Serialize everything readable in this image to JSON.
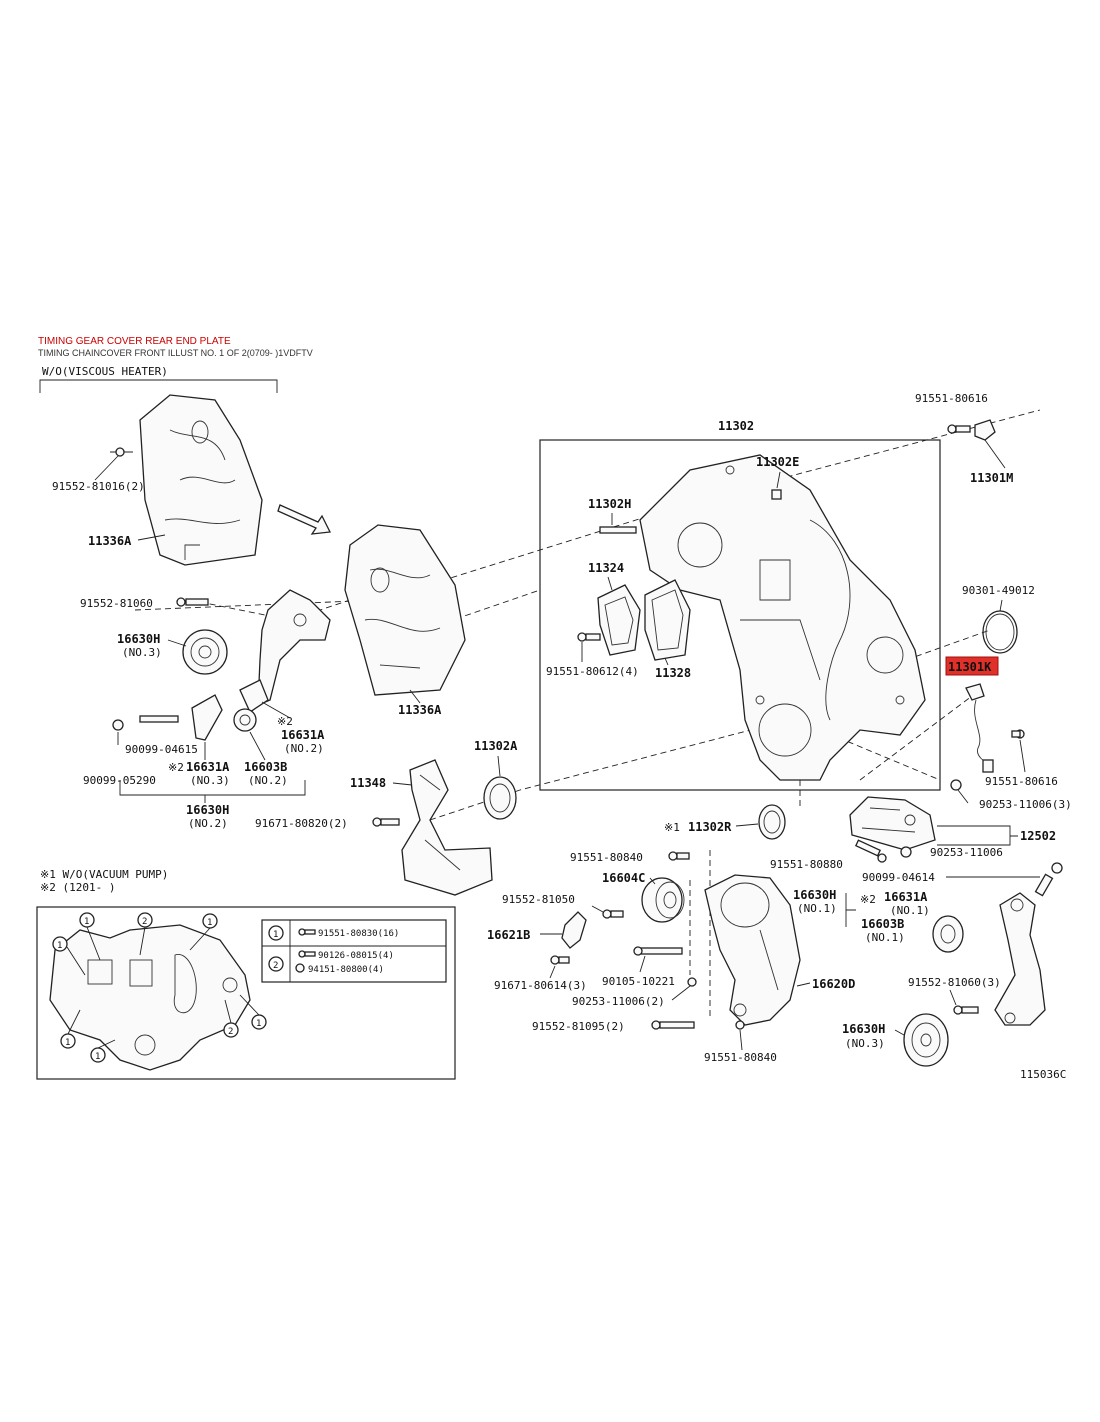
{
  "header": {
    "title": "TIMING GEAR COVER REAR END PLATE",
    "title_color": "#cc0000",
    "subtitle": "TIMING CHAINCOVER FRONT ILLUST NO. 1 OF 2(0709- )1VDFTV"
  },
  "variant_label": "W/O(VISCOUS HEATER)",
  "highlight": {
    "part": "11301K",
    "color": "#e0302a"
  },
  "parts": {
    "p91552_81016": "91552-81016(2)",
    "p11336a_top": "11336A",
    "p11336a_mid": "11336A",
    "p91552_81060_l": "91552-81060",
    "p16630h_l": "16630H",
    "p16630h_l_sub": "(NO.3)",
    "p90099_04615": "90099-04615",
    "p90099_05290": "90099-05290",
    "p16631a_l": "16631A",
    "p16631a_l_sub": "(NO.2)",
    "p16631a_b": "16631A",
    "p16631a_b_sub": "(NO.3)",
    "p16603b_b": "16603B",
    "p16603b_b_sub": "(NO.2)",
    "p16630h_b": "16630H",
    "p16630h_b_sub": "(NO.2)",
    "p11348": "11348",
    "p91671_80820": "91671-80820(2)",
    "p11302a": "11302A",
    "p11302": "11302",
    "p11302e": "11302E",
    "p11302h": "11302H",
    "p11324": "11324",
    "p91551_80612": "91551-80612(4)",
    "p11328": "11328",
    "p91551_80616_t": "91551-80616",
    "p11301m": "11301M",
    "p90301_49012": "90301-49012",
    "p91551_80616_r": "91551-80616",
    "p90253_11006_3": "90253-11006(3)",
    "p11302r": "11302R",
    "p12502": "12502",
    "p91551_80880": "91551-80880",
    "p90253_11006_r": "90253-11006",
    "p91551_80840_t": "91551-80840",
    "p16604c": "16604C",
    "p91552_81050": "91552-81050",
    "p16621b": "16621B",
    "p91671_80614": "91671-80614(3)",
    "p90105_10221": "90105-10221",
    "p90253_11006_2": "90253-11006(2)",
    "p91552_81095": "91552-81095(2)",
    "p91551_80840_b": "91551-80840",
    "p16620d": "16620D",
    "p90099_04614": "90099-04614",
    "p16630h_r": "16630H",
    "p16630h_r_sub": "(NO.1)",
    "p16631a_r": "16631A",
    "p16631a_r_sub": "(NO.1)",
    "p16603b_r": "16603B",
    "p16603b_r_sub": "(NO.1)",
    "p91552_81060_r": "91552-81060(3)",
    "p16630h_br": "16630H",
    "p16630h_br_sub": "(NO.3)"
  },
  "marks": {
    "m2_left": "※2",
    "m2_bottom": "※2",
    "m1_11302r": "※1",
    "m2_right": "※2"
  },
  "notes": {
    "note1": "※1 W/O(VACUUM PUMP)",
    "note2": "※2 (1201-     )"
  },
  "inset": {
    "callout_1": "1",
    "callout_2": "2",
    "row1_num": "1",
    "row1_part": "91551-80830(16)",
    "row2_num": "2",
    "row2_part_a": "90126-08015(4)",
    "row2_part_b": "94151-80800(4)"
  },
  "figure_id": "115036C"
}
